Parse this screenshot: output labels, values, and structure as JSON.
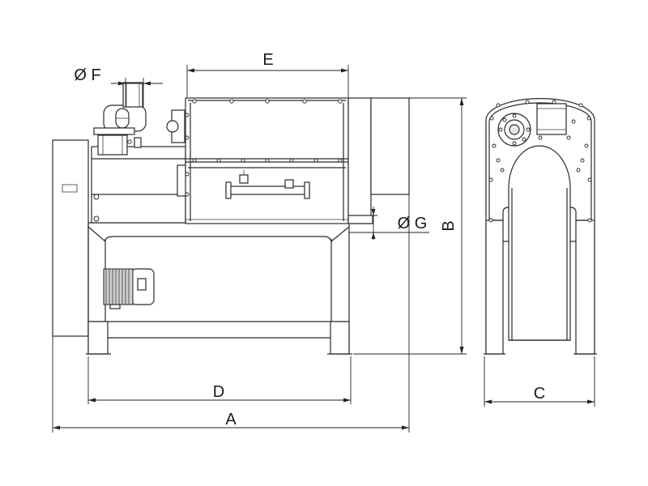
{
  "labels": {
    "dim_A": "A",
    "dim_B": "B",
    "dim_C": "C",
    "dim_D": "D",
    "dim_E": "E",
    "dim_F": "Ø F",
    "dim_G": "Ø G"
  }
}
